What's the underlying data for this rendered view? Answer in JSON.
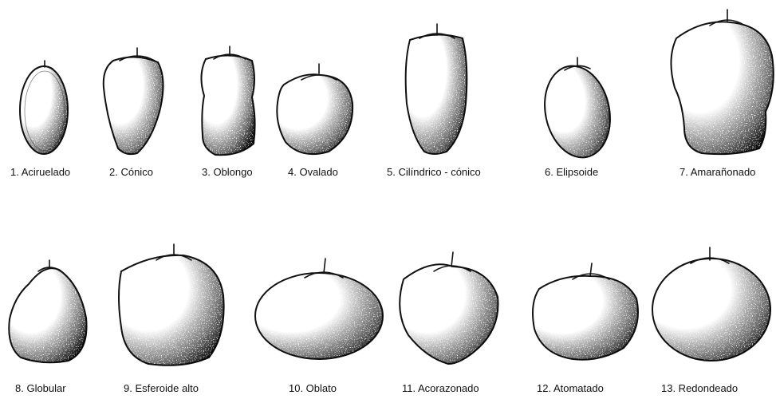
{
  "colors": {
    "ink": "#111111",
    "paper": "#ffffff"
  },
  "shapes": [
    {
      "label": "1. Aciruelado"
    },
    {
      "label": "2. Cónico"
    },
    {
      "label": "3. Oblongo"
    },
    {
      "label": "4. Ovalado"
    },
    {
      "label": "5. Cilíndrico - cónico"
    },
    {
      "label": "6. Elipsoide"
    },
    {
      "label": "7. Amarañonado"
    },
    {
      "label": "8. Globular"
    },
    {
      "label": "9. Esferoide alto"
    },
    {
      "label": "10. Oblato"
    },
    {
      "label": "11. Acorazonado"
    },
    {
      "label": "12. Atomatado"
    },
    {
      "label": "13. Redondeado"
    }
  ]
}
